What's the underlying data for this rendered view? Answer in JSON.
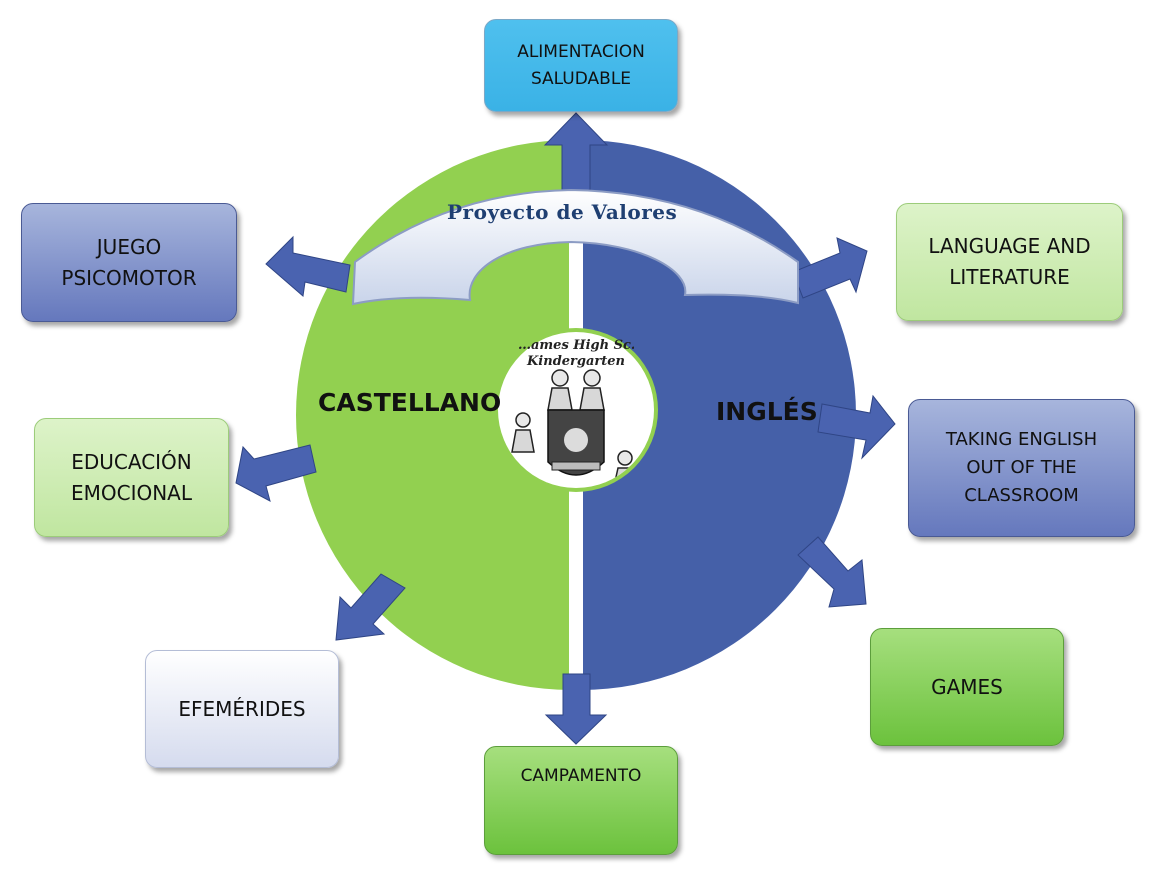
{
  "banner": {
    "title": "Proyecto de Valores"
  },
  "halves": {
    "left": "CASTELLANO",
    "right": "INGLÉS"
  },
  "logo": {
    "line1": "…ames High Sc…",
    "line2": "Kindergarten"
  },
  "boxes": {
    "alimentacion": "ALIMENTACION\nSALUDABLE",
    "juego": "JUEGO\nPSICOMOTOR",
    "educacion": "EDUCACIÓN\nEMOCIONAL",
    "efemerides": "EFEMÉRIDES",
    "campamento": "CAMPAMENTO",
    "language": "LANGUAGE AND\nLITERATURE",
    "taking": "TAKING ENGLISH\nOUT OF THE\nCLASSROOM",
    "games": "GAMES"
  },
  "colors": {
    "left_half": "#92d050",
    "right_half": "#4560a8",
    "arrow": "#4a63b0",
    "banner_text": "#1f3f72"
  }
}
